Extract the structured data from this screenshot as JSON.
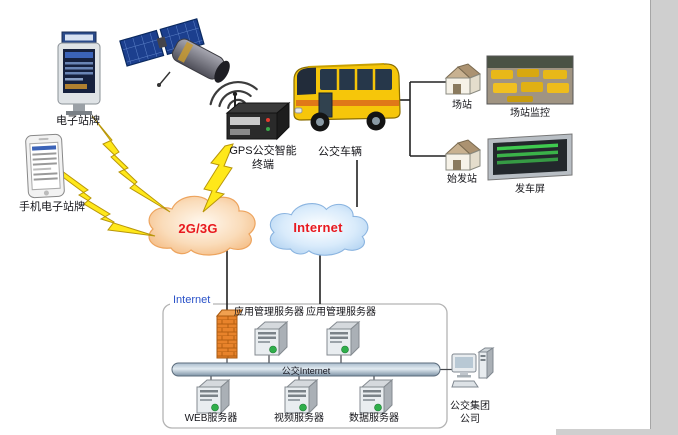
{
  "page": {
    "background": "#ffffff",
    "gutter_color": "#cfcfcf"
  },
  "field_devices": {
    "kiosk": {
      "label": "电子站牌"
    },
    "phone": {
      "label": "手机电子站牌"
    },
    "gps_terminal": {
      "label": "GPS公交智能终端"
    },
    "bus": {
      "label": "公交车辆"
    },
    "depot": {
      "label": "场站"
    },
    "depot_monitor": {
      "label": "场站监控"
    },
    "origin_station": {
      "label": "始发站"
    },
    "departure_screen": {
      "label": "发车屏"
    }
  },
  "networks": {
    "cellular": {
      "label": "2G/3G",
      "text_color": "#e8191f",
      "fill": "url(#cloudOrange)"
    },
    "internet": {
      "label": "Internet",
      "text_color": "#e8191f",
      "fill": "url(#cloudBlue)"
    }
  },
  "datacenter": {
    "gateway_label": "Internet",
    "gateway_label_color": "#2a52c8",
    "app_servers": [
      {
        "label": "应用管理服务器"
      },
      {
        "label": "应用管理服务器"
      }
    ],
    "backbone_label": "公交Internet",
    "bottom_servers": [
      {
        "label": "WEB服务器"
      },
      {
        "label": "视频服务器"
      },
      {
        "label": "数据服务器"
      }
    ]
  },
  "hq": {
    "label": "公交集团公司"
  },
  "icons": {
    "satellite": "satellite-icon",
    "wifi": "wifi-signal-icon",
    "lightning": "lightning-bolt-icon",
    "firewall": "firewall-icon",
    "server": "server-tower-icon",
    "workstation": "workstation-icon",
    "house": "station-house-icon"
  },
  "accents": {
    "lightning_yellow": "#ffe81a",
    "bus_yellow": "#f6c60a",
    "firewall_orange": "#e8832b"
  }
}
